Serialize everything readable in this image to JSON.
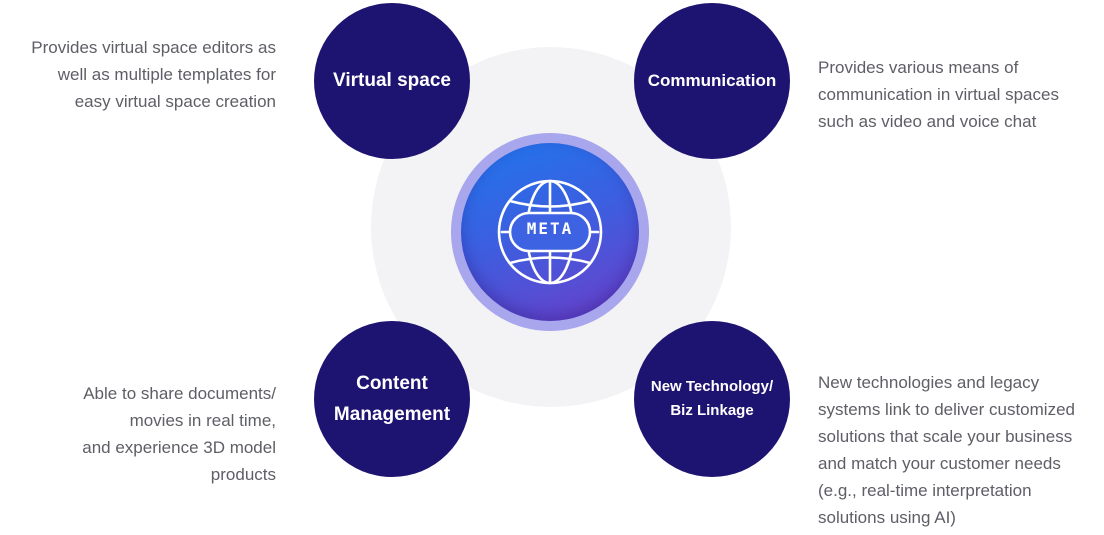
{
  "hub": {
    "label": "META",
    "icon": "globe-icon",
    "colors": {
      "ring": "#a8a6ec",
      "gradient_start": "#1f76ec",
      "gradient_end": "#6d3fc9"
    }
  },
  "nodes": {
    "virtual_space": {
      "label": "Virtual space",
      "description": "Provides virtual space editors as\nwell as multiple templates for\neasy virtual space creation"
    },
    "communication": {
      "label": "Communication",
      "description": "Provides various means of\ncommunication in virtual spaces\nsuch as video and voice chat"
    },
    "content_management": {
      "label": "Content\nManagement",
      "description": "Able to share documents/\nmovies in real time,\nand experience 3D model\nproducts"
    },
    "new_technology": {
      "label": "New Technology/\nBiz Linkage",
      "description": "New technologies and legacy\nsystems link to deliver customized\nsolutions that scale your business\nand match your customer needs\n(e.g., real-time interpretation\nsolutions using AI)"
    }
  },
  "colors": {
    "node_fill": "#1d1472",
    "background_disc": "#f3f3f5",
    "description_text": "#5e5e66"
  }
}
